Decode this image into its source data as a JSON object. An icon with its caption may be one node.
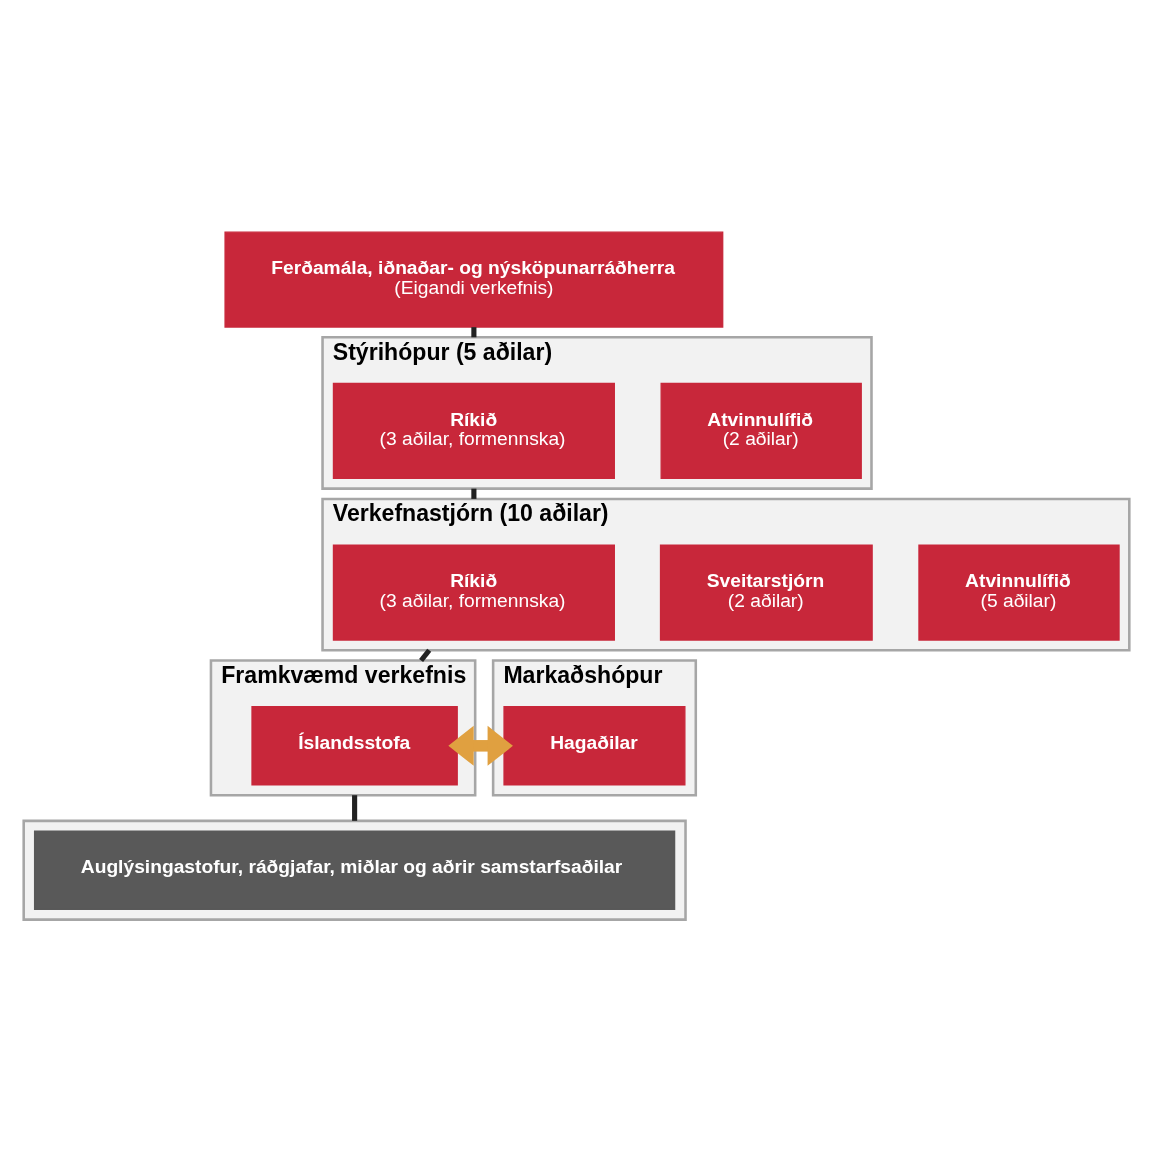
{
  "diagram": {
    "nodes": [
      {
        "text": [
          "Ferðamála, iðnaðar- og nýsköpunarráðherra",
          "(Eigandi verkefnis)"
        ]
      },
      {
        "text": [
          "Stýrihópur (5 aðilar)"
        ]
      },
      {
        "text": [
          "Ríkið",
          "(3 aðilar, formennska)"
        ],
        "in": 1
      },
      {
        "text": [
          "Atvinnulífið",
          "(2 aðilar)"
        ],
        "in": 1
      },
      {
        "text": [
          "Verkefnastjórn (10 aðilar)"
        ]
      },
      {
        "text": [
          "Ríkið",
          "(3 aðilar, formennska)"
        ],
        "in": 4
      },
      {
        "text": [
          "Sveitarstjórn",
          "(2 aðilar)"
        ],
        "in": 4
      },
      {
        "text": [
          "Atvinnulífið",
          "(5 aðilar)"
        ],
        "in": 4
      },
      {
        "text": [
          "Framkvæmd verkefnis"
        ]
      },
      {
        "text": [
          "Íslandsstofa"
        ],
        "in": 8
      },
      {
        "text": [
          "Markaðshópur"
        ]
      },
      {
        "text": [
          "Hagaðilar"
        ],
        "in": 10
      },
      {
        "text": [],
        "shape": "box"
      },
      {
        "text": [
          "Auglýsingastofur, ráðgjafar, miðlar og aðrir samstarfsaðilar"
        ],
        "in": 12
      }
    ],
    "edges": [
      {
        "from": 0,
        "to": 1,
        "arrow": "none"
      },
      {
        "from": 1,
        "to": 4,
        "arrow": "none"
      },
      {
        "from": 4,
        "to": 8,
        "arrow": "none"
      },
      {
        "from": 8,
        "to": 12,
        "arrow": "none"
      },
      {
        "from": 9,
        "to": 11,
        "arrow": "both",
        "style": "thick",
        "color": "#e0a040"
      }
    ]
  }
}
